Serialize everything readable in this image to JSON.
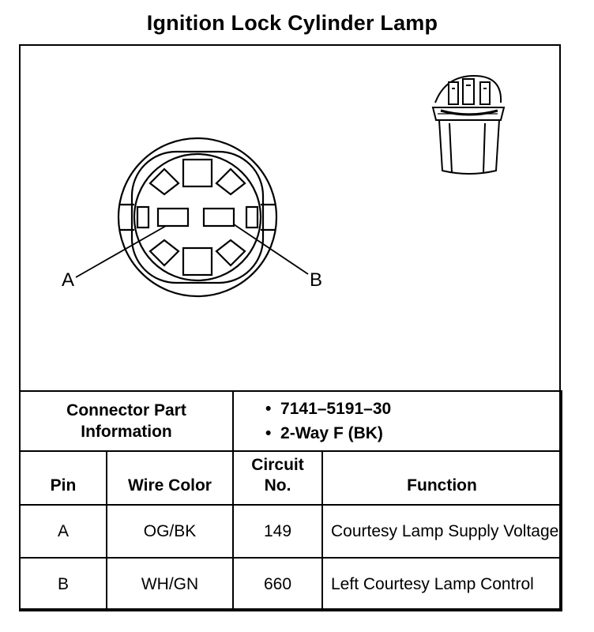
{
  "title": "Ignition Lock Cylinder Lamp",
  "diagram": {
    "callouts": [
      "A",
      "B"
    ],
    "icons": [
      "connector-face-icon",
      "bulb-socket-icon"
    ]
  },
  "connector_info": {
    "label": "Connector Part Information",
    "label_line1": "Connector Part",
    "label_line2": "Information",
    "values": [
      "7141–5191–30",
      "2-Way F (BK)"
    ],
    "bullet": "•"
  },
  "table": {
    "headers": {
      "pin": "Pin",
      "wire_color": "Wire Color",
      "circuit_line1": "Circuit",
      "circuit_line2": "No.",
      "function": "Function"
    },
    "rows": [
      {
        "pin": "A",
        "wire_color": "OG/BK",
        "circuit": "149",
        "function": "Courtesy Lamp Supply Voltage"
      },
      {
        "pin": "B",
        "wire_color": "WH/GN",
        "circuit": "660",
        "function": "Left Courtesy Lamp Control"
      }
    ]
  }
}
